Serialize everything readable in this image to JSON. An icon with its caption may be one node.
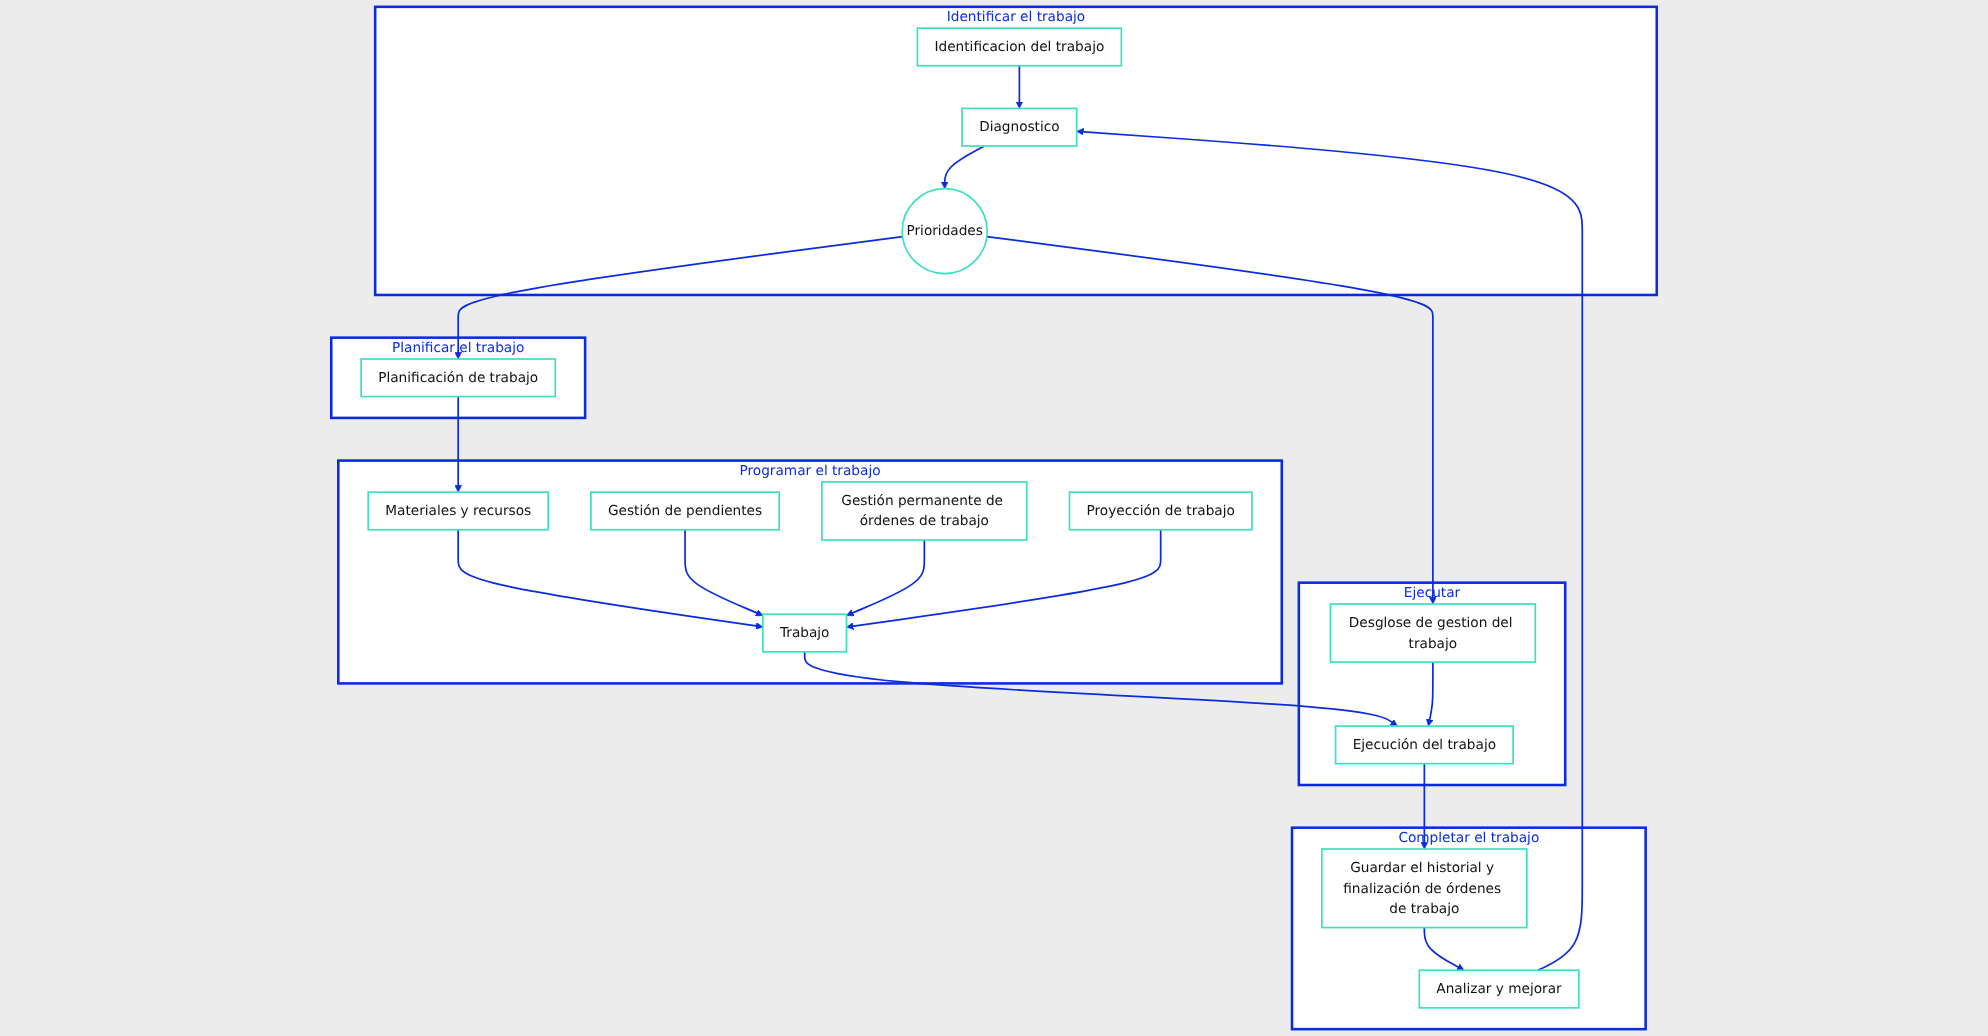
{
  "diagram": {
    "nodes": [
      {
        "text": [
          "Identificar el trabajo"
        ]
      },
      {
        "text": [
          "Identificacion del trabajo"
        ],
        "in": 0
      },
      {
        "text": [
          "Diagnostico"
        ],
        "in": 0
      },
      {
        "text": [
          "Prioridades"
        ],
        "in": 0
      },
      {
        "text": [
          "Planificar el trabajo"
        ]
      },
      {
        "text": [
          "Planificación de trabajo"
        ],
        "in": 4
      },
      {
        "text": [
          "Programar el trabajo"
        ]
      },
      {
        "text": [
          "Materiales y recursos"
        ],
        "in": 6
      },
      {
        "text": [
          "Gestión de pendientes"
        ],
        "in": 6
      },
      {
        "text": [
          "Gestión permanente de órdenes de trabajo"
        ],
        "in": 6
      },
      {
        "text": [
          "Proyección de trabajo"
        ],
        "in": 6
      },
      {
        "text": [
          "Trabajo"
        ],
        "in": 6
      },
      {
        "text": [
          "Completar el trabajo"
        ]
      },
      {
        "text": [
          "Analizar y mejorar"
        ],
        "in": 12
      },
      {
        "text": [
          "Guardar el historial y finalización de órdenes de trabajo"
        ],
        "in": 12
      },
      {
        "text": [
          "Ejecutar"
        ]
      },
      {
        "text": [
          "Desglose de gestion del trabajo"
        ],
        "in": 15
      },
      {
        "text": [
          "Ejecución del trabajo"
        ],
        "in": 15
      }
    ],
    "edges": [
      {
        "from": 1,
        "to": 2,
        "arrow": "to"
      },
      {
        "from": 2,
        "to": 3,
        "arrow": "to"
      },
      {
        "from": 3,
        "to": 5,
        "arrow": "to"
      },
      {
        "from": 5,
        "to": 7,
        "arrow": "to"
      },
      {
        "from": 7,
        "to": 11,
        "arrow": "to"
      },
      {
        "from": 8,
        "to": 11,
        "arrow": "to"
      },
      {
        "from": 9,
        "to": 11,
        "arrow": "to"
      },
      {
        "from": 10,
        "to": 11,
        "arrow": "to"
      },
      {
        "from": 3,
        "to": 16,
        "arrow": "to"
      },
      {
        "from": 11,
        "to": 17,
        "arrow": "to"
      },
      {
        "from": 16,
        "to": 17,
        "arrow": "to"
      },
      {
        "from": 17,
        "to": 14,
        "arrow": "to"
      },
      {
        "from": 14,
        "to": 13,
        "arrow": "to"
      },
      {
        "from": 13,
        "to": 2,
        "arrow": "to"
      }
    ]
  }
}
